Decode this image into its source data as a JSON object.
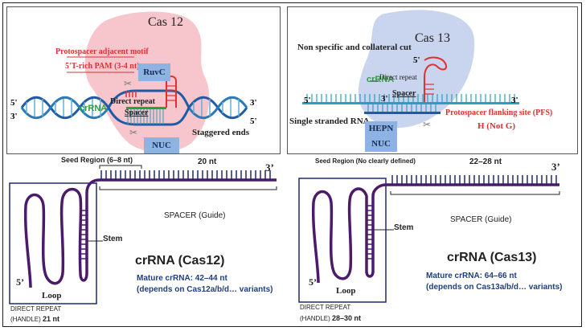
{
  "cas12": {
    "title": "Cas 12",
    "pam_line1": "Protospacer adjacent motif",
    "pam_line2": "5'T-rich PAM (3-4 nt)",
    "ruvc": "RuvC",
    "nuc": "NUC",
    "crrna": "crRNA",
    "direct_repeat": "Direct repeat",
    "spacer": "Spacer",
    "staggered": "Staggered ends",
    "end_5_top": "5'",
    "end_3_bottom": "3'",
    "end_3_top_right": "3'",
    "end_5_bottom_right": "5'"
  },
  "cas13": {
    "title": "Cas 13",
    "nonspecific": "Non specific and collateral cut",
    "crrna": "crRNA",
    "direct_repeat": "Direct repeat",
    "spacer": "Spacer",
    "end_5_hairpin": "5'",
    "end_3_mid": "3'",
    "end_5_left": "5'",
    "end_3_right": "3'",
    "ssrna": "Single stranded RNA",
    "pfs_line1": "Protospacer flanking site (PFS)",
    "pfs_line2": "H (Not G)",
    "hepn": "HEPN",
    "nuc": "NUC"
  },
  "left_diagram": {
    "seed_region": "Seed Region (6–8 nt)",
    "nt_count": "20 nt",
    "end_3": "3’",
    "spacer_label": "SPACER (Guide)",
    "stem": "Stem",
    "loop": "Loop",
    "end_5": "5’",
    "title": "crRNA (Cas12)",
    "mature_line1": "Mature crRNA: 42–44 nt",
    "mature_line2": "(depends on Cas12a/b/d… variants)",
    "dr_line1": "DIRECT REPEAT",
    "dr_line2_a": "(HANDLE)",
    "dr_line2_b": "21 nt"
  },
  "right_diagram": {
    "seed_region": "Seed Region (No clearly defined)",
    "nt_count": "22–28 nt",
    "end_3": "3’",
    "spacer_label": "SPACER (Guide)",
    "stem": "Stem",
    "loop": "Loop",
    "end_5": "5’",
    "title": "crRNA (Cas13)",
    "mature_line1": "Mature crRNA: 64–66 nt",
    "mature_line2": "(depends on Cas13a/b/d… variants)",
    "dr_line1": "DIRECT REPEAT",
    "dr_line2_a": "(HANDLE)",
    "dr_line2_b": "28–30 nt"
  },
  "colors": {
    "navy": "#1f2a6b",
    "purple": "#4b1a6b",
    "red": "#e03131",
    "green": "#2e9e3e",
    "teal": "#2a9fbf",
    "blob_pink": "#f6c6cc",
    "blob_blue": "#c9d5ee",
    "box_blue": "#8db3e2"
  }
}
